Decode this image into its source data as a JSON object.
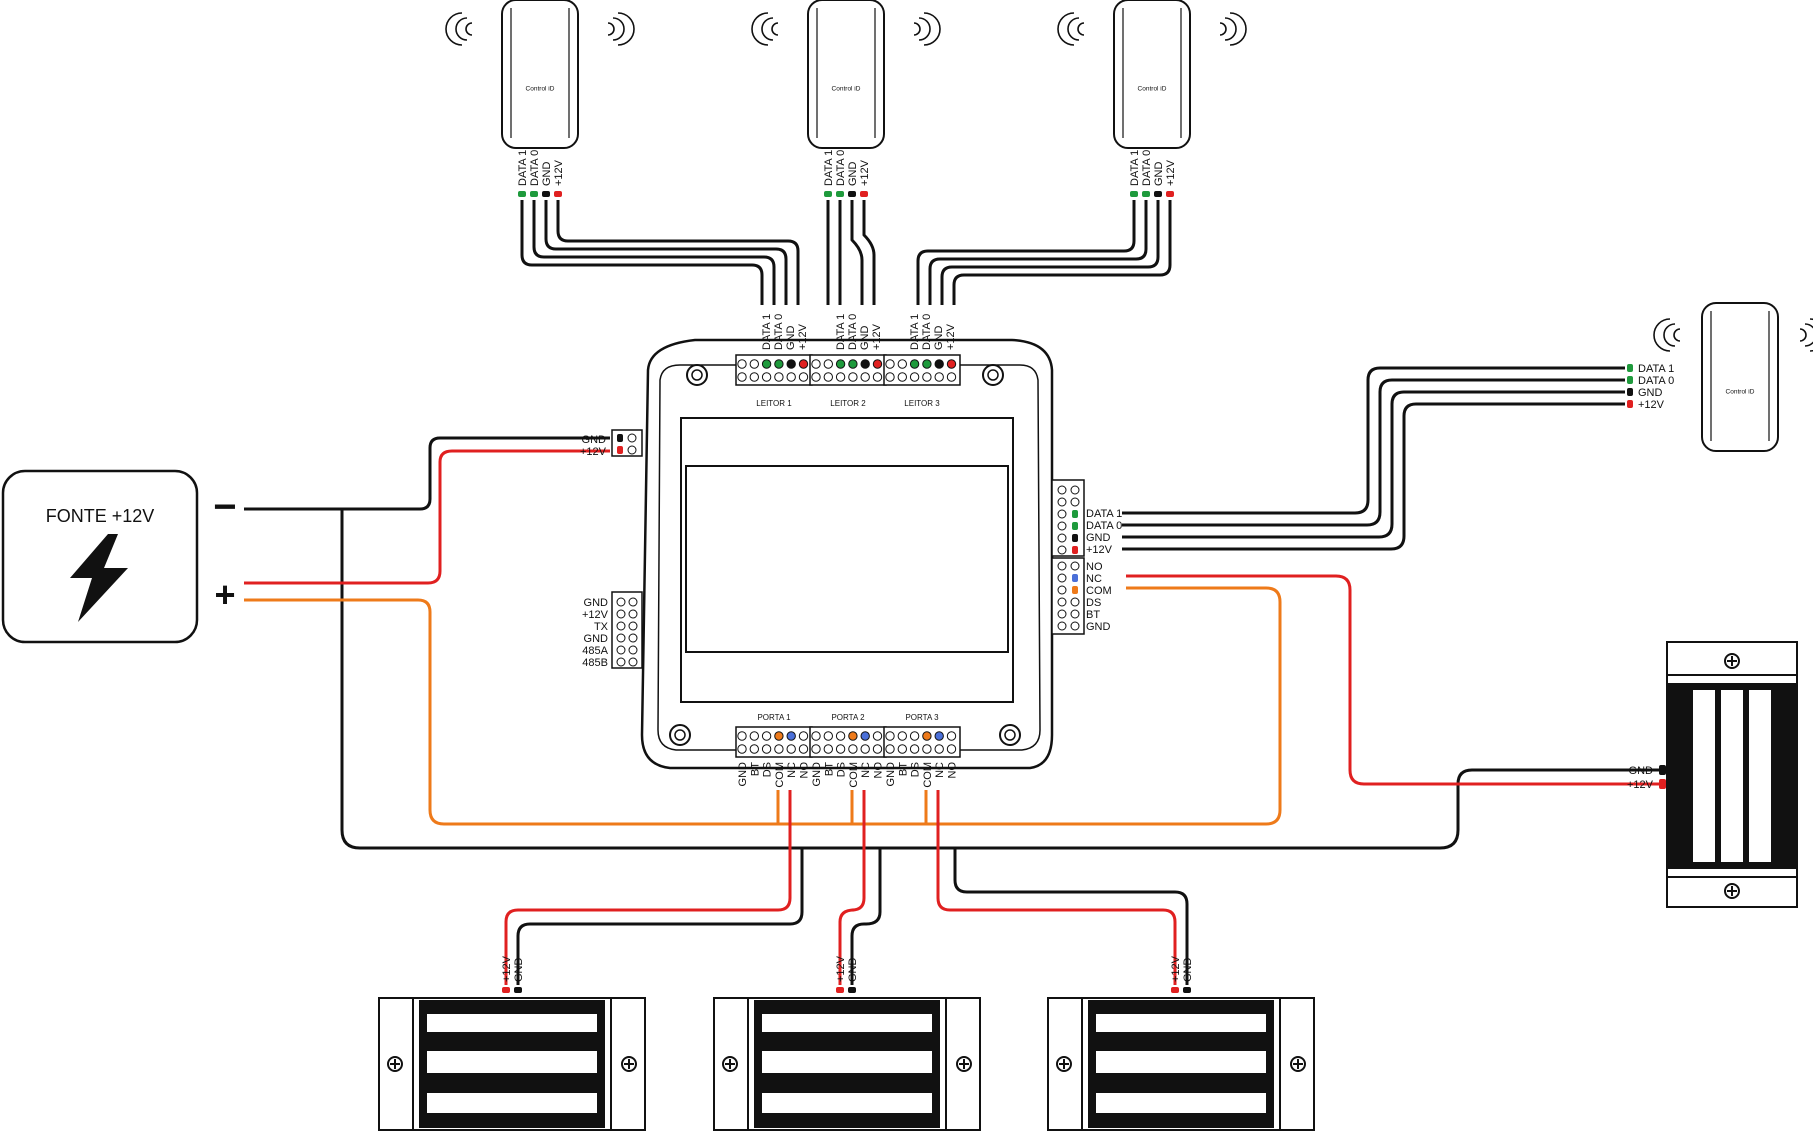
{
  "power_supply": {
    "title": "FONTE +12V",
    "minus": "−",
    "plus": "+",
    "icon": "lightning-bolt-icon"
  },
  "brand": "Control iD",
  "reader_pins": [
    "DATA 1",
    "DATA 0",
    "GND",
    "+12V"
  ],
  "lock_pins": [
    "+12V",
    "GND"
  ],
  "side_lock_pins": [
    "GND",
    "+12V"
  ],
  "controller": {
    "power_pins": [
      "GND",
      "+12V"
    ],
    "comm_pins": [
      "GND",
      "+12V",
      "TX",
      "GND",
      "485A",
      "485B"
    ],
    "reader4_pins": [
      "DATA 1",
      "DATA 0",
      "GND",
      "+12V"
    ],
    "relay4_pins": [
      "NO",
      "NC",
      "COM",
      "DS",
      "BT",
      "GND"
    ],
    "reader_groups": [
      "LEITOR 1",
      "LEITOR 2",
      "LEITOR 3"
    ],
    "door_groups": [
      "PORTA 1",
      "PORTA 2",
      "PORTA 3"
    ],
    "door_pins": [
      "GND",
      "BT",
      "DS",
      "COM",
      "NC",
      "NO"
    ]
  },
  "colors": {
    "data1": "#1e9a3c",
    "data0": "#1e9a3c",
    "gnd": "#111111",
    "v12": "#e02020",
    "com": "#ee7a1a",
    "nc": "#4a6fd8"
  }
}
